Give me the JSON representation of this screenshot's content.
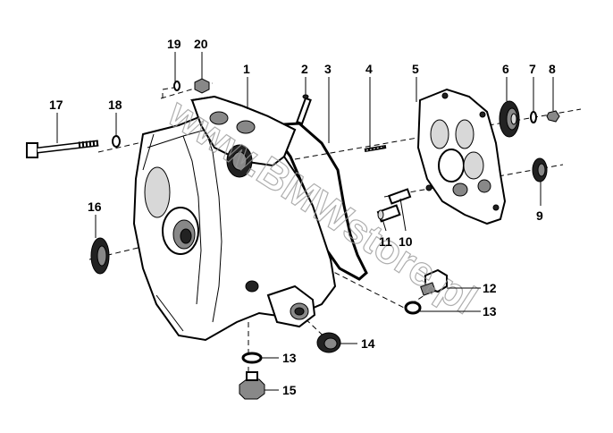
{
  "watermark": "www.BMWstore.pl",
  "callouts": [
    {
      "id": "1",
      "label": "1"
    },
    {
      "id": "2",
      "label": "2"
    },
    {
      "id": "3",
      "label": "3"
    },
    {
      "id": "4",
      "label": "4"
    },
    {
      "id": "5",
      "label": "5"
    },
    {
      "id": "6",
      "label": "6"
    },
    {
      "id": "7",
      "label": "7"
    },
    {
      "id": "8",
      "label": "8"
    },
    {
      "id": "9",
      "label": "9"
    },
    {
      "id": "10",
      "label": "10"
    },
    {
      "id": "11",
      "label": "11"
    },
    {
      "id": "12",
      "label": "12"
    },
    {
      "id": "13a",
      "label": "13"
    },
    {
      "id": "13b",
      "label": "13"
    },
    {
      "id": "14",
      "label": "14"
    },
    {
      "id": "15",
      "label": "15"
    },
    {
      "id": "16",
      "label": "16"
    },
    {
      "id": "17",
      "label": "17"
    },
    {
      "id": "18",
      "label": "18"
    },
    {
      "id": "19",
      "label": "19"
    },
    {
      "id": "20",
      "label": "20"
    }
  ]
}
